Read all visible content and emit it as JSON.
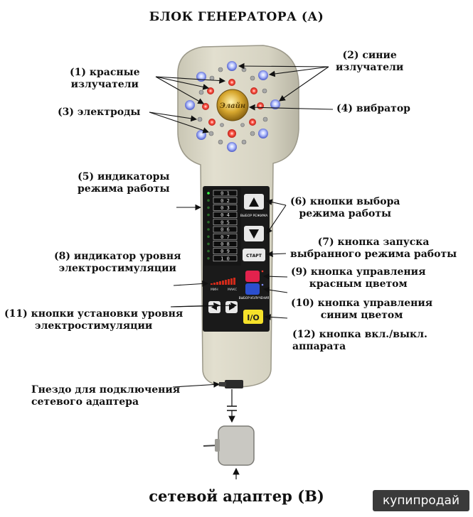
{
  "title": "БЛОК ГЕНЕРАТОРА (А)",
  "labels": {
    "red_emitters": "(1) красные\nизлучатели",
    "blue_emitters": "(2) синие\nизлучатели",
    "electrodes": "(3) электроды",
    "vibrator": "(4) вибратор",
    "indicators": "(5) индикаторы\nрежима работы",
    "mode_buttons": "(6) кнопки выбора\nрежима работы",
    "start_button": "(7) кнопка запуска\nвыбранного режима работы",
    "stim_indicator": "(8) индикатор уровня\nэлектростимуляции",
    "red_control": "(9) кнопка управления\nкрасным цветом",
    "blue_control": "(10) кнопка управления\nсиним цветом",
    "stim_buttons": "(11) кнопки установки уровня\nэлектростимуляции",
    "power_button": "(12) кнопка вкл./выкл.\nаппарата",
    "socket": "Гнездо для подключения\nсетевого адаптера"
  },
  "panel": {
    "mode_digits": [
      "0 1",
      "0 2",
      "0 3",
      "0 4",
      "0 5",
      "0 6",
      "0 7",
      "0 8",
      "0 9",
      "1 0"
    ],
    "select_mode_label": "ВЫБОР РЕЖИМА",
    "start_label": "СТАРТ",
    "min_label": "МИН",
    "max_label": "МАКС",
    "select_emission_label": "ВЫБОР ИЗЛУЧЕНИЯ",
    "power_symbol": "I/O",
    "logo": "Элайн"
  },
  "colors": {
    "body": "#d8d5c4",
    "panel": "#1a1a1a",
    "red_led": "#e8261e",
    "blue_led": "#6f7fff",
    "red_button": "#e2224d",
    "blue_button": "#2b4fcf",
    "yellow_button": "#f5e12a"
  },
  "bottom_title": "сетевой адаптер (В)",
  "watermark": "купипродай"
}
